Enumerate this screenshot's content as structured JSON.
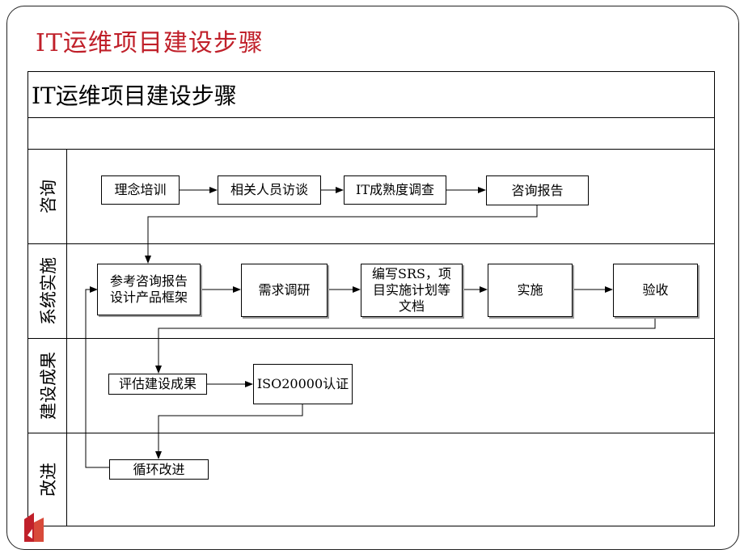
{
  "slide": {
    "title": "IT运维项目建设步骤"
  },
  "table": {
    "header_title": "IT运维项目建设步骤",
    "lanes": [
      {
        "label": "咨询"
      },
      {
        "label": "系统实施"
      },
      {
        "label": "建设成果"
      },
      {
        "label": "改进"
      }
    ]
  },
  "steps": {
    "concept_training": "理念培训",
    "interviews": "相关人员访谈",
    "maturity_survey": "IT成熟度调查",
    "consulting_report": "咨询报告",
    "design_product": "参考咨询报告\n设计产品框架",
    "requirements": "需求调研",
    "documents": "编写SRS，项\n目实施计划等\n文档",
    "implementation": "实施",
    "acceptance": "验收",
    "evaluate_results": "评估建设成果",
    "iso_cert": "ISO20000认证",
    "continuous_improvement": "循环改进"
  },
  "colors": {
    "title_red": "#c0202a",
    "line": "#000000",
    "box_shadow": "#9a9a9a"
  },
  "icons": {
    "logo": "red-corner-logo-icon"
  }
}
